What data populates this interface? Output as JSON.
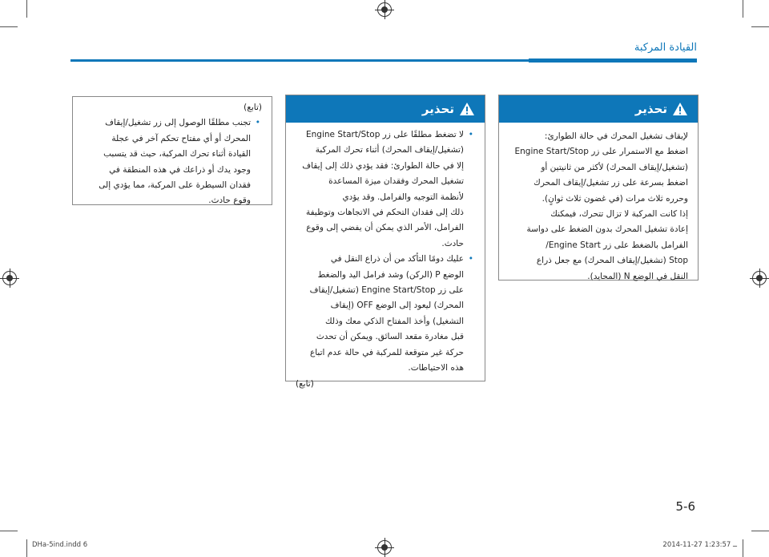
{
  "header": {
    "section_title": "القيادة المركبة"
  },
  "boxes": {
    "warning_label": "تحذير",
    "right": {
      "paragraphs": [
        "لإيقاف تشغيل المحرك في حالة الطوارئ:",
        "اضغط مع الاستمرار على زر Engine Start/Stop",
        "(تشغيل/إيقاف المحرك) لأكثر من ثانيتين أو",
        "اضغط بسرعة على زر تشغيل/إيقاف المحرك",
        "وحرره ثلاث مرات (في غضون ثلاث ثوانٍ).",
        "إذا كانت المركبة لا تزال تتحرك، فيمكنك",
        "إعادة تشغيل المحرك بدون الضغط على دواسة",
        "الفرامل بالضغط على زر Engine Start/",
        "Stop (تشغيل/إيقاف المحرك) مع جعل ذراع",
        "النقل في الوضع N (المحايد)."
      ]
    },
    "middle": {
      "item1": [
        "لا تضغط مطلقًا على زر Engine Start/Stop",
        "(تشغيل/إيقاف المحرك) أثناء تحرك المركبة",
        "إلا في حالة الطوارئ: فقد يؤدي ذلك إلى إيقاف",
        "تشغيل المحرك وفقدان ميزة المساعدة",
        "لأنظمة التوجيه والفرامل. وقد يؤدي",
        "ذلك إلى فقدان التحكم في الاتجاهات وتوظيفة",
        "الفرامل، الأمر الذي يمكن أن يفضي إلى وقوع",
        "حادث."
      ],
      "item2": [
        "عليك دومًا التأكد من أن ذراع النقل في",
        "الوضع P (الركن) وشد فرامل اليد والضغط",
        "على زر Engine Start/Stop (تشغيل/إيقاف",
        "المحرك) ليعود إلى الوضع OFF (إيقاف",
        "التشغيل) وأخذ المفتاح الذكي معك وذلك",
        "قبل مغادرة مقعد السائق. ويمكن أن تحدث",
        "حركة غير متوقعة للمركبة في حالة عدم اتباع",
        "هذه الاحتياطات."
      ],
      "cont": "(تابع)"
    },
    "left": {
      "cont_top": "(تابع)",
      "item": [
        "تجنب مطلقًا الوصول إلى زر تشغيل/إيقاف",
        "المحرك أو أي مفتاح تحكم آخر في عجلة",
        "القيادة أثناء تحرك المركبة، حيث قد يتسبب",
        "وجود يدك أو ذراعك في هذه المنطقة في",
        "فقدان السيطرة على المركبة، مما يؤدي إلى",
        "وقوع حادث."
      ]
    }
  },
  "page_number": "5-6",
  "footer": {
    "file": "DHa-5ind.indd   6",
    "timestamp": "2014-11-27   ــ 1:23:57"
  },
  "colors": {
    "accent": "#0e77b9"
  }
}
